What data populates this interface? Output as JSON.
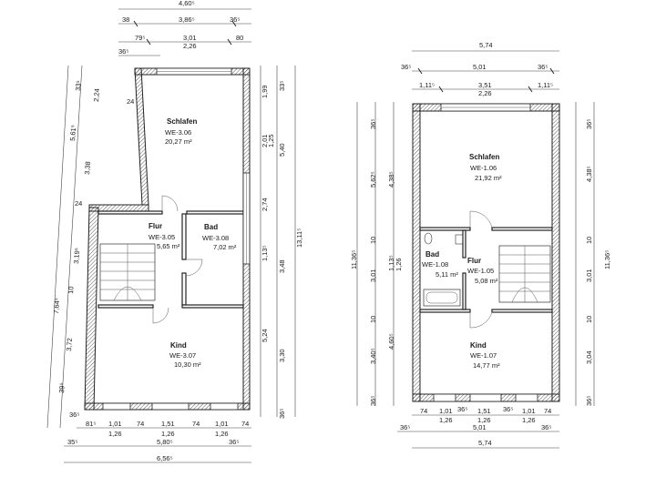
{
  "left_plan": {
    "rooms": [
      {
        "name": "Schlafen",
        "id": "WE-3.06",
        "area": "20,27 m²"
      },
      {
        "name": "Flur",
        "id": "WE-3.05",
        "area": "5,65 m²"
      },
      {
        "name": "Bad",
        "id": "WE-3.08",
        "area": "7,02 m²"
      },
      {
        "name": "Kind",
        "id": "WE-3.07",
        "area": "10,30 m²"
      }
    ],
    "top_dims": {
      "row1": [
        "38",
        "3,86⁵",
        "36⁵"
      ],
      "row0": "4,60⁵",
      "row2": [
        "79⁵",
        "3,01",
        "80"
      ],
      "row3": "2,26",
      "row4": "36⁵"
    },
    "bottom_dims": {
      "row1": [
        "81⁵",
        "1,01",
        "74",
        "1,51",
        "74",
        "1,01",
        "74"
      ],
      "row1b": [
        "1,26",
        "1,26",
        "1,26"
      ],
      "row2": [
        "35⁵",
        "5,80⁵",
        "36⁵"
      ],
      "row3": "6,56⁵",
      "corner": "36⁵"
    },
    "left_dims": [
      "33⁵",
      "2,24",
      "24",
      "5,61⁵",
      "3,38",
      "24",
      "3,19⁵",
      "10",
      "7,64⁵",
      "3,72",
      "39⁵"
    ],
    "right_dims": [
      "33⁵",
      "1,99",
      "2,01",
      "1,25",
      "5,40",
      "2,74",
      "1,13⁵",
      "3,48",
      "13,11⁵",
      "5,24",
      "3,30",
      "36⁵"
    ]
  },
  "right_plan": {
    "rooms": [
      {
        "name": "Schlafen",
        "id": "WE-1.06",
        "area": "21,92 m²"
      },
      {
        "name": "Bad",
        "id": "WE-1.08",
        "area": "5,11 m²"
      },
      {
        "name": "Flur",
        "id": "WE-1.05",
        "area": "5,08 m²"
      },
      {
        "name": "Kind",
        "id": "WE-1.07",
        "area": "14,77 m²"
      }
    ],
    "top_dims": {
      "row0": "5,74",
      "row1": [
        "36⁵",
        "5,01",
        "36⁵"
      ],
      "row2": [
        "1,11⁵",
        "3,51",
        "1,11⁵"
      ],
      "row3": "2,26"
    },
    "bottom_dims": {
      "row1": [
        "74",
        "1,01",
        "36⁵",
        "1,51",
        "36⁵",
        "1,01",
        "74"
      ],
      "row1b": [
        "1,26",
        "1,26",
        "1,26"
      ],
      "row2": [
        "36⁵",
        "5,01",
        "36⁵"
      ],
      "row3": "5,74"
    },
    "left_dims": [
      "36⁵",
      "5,62⁵",
      "4,38⁵",
      "11,36⁵",
      "10",
      "1,13⁵",
      "1,26",
      "3,01",
      "10",
      "4,60⁵",
      "3,40⁵",
      "36⁵"
    ],
    "right_dims": [
      "36⁵",
      "4,38⁵",
      "11,36⁵",
      "10",
      "3,01",
      "10",
      "3,04",
      "36⁵"
    ]
  }
}
